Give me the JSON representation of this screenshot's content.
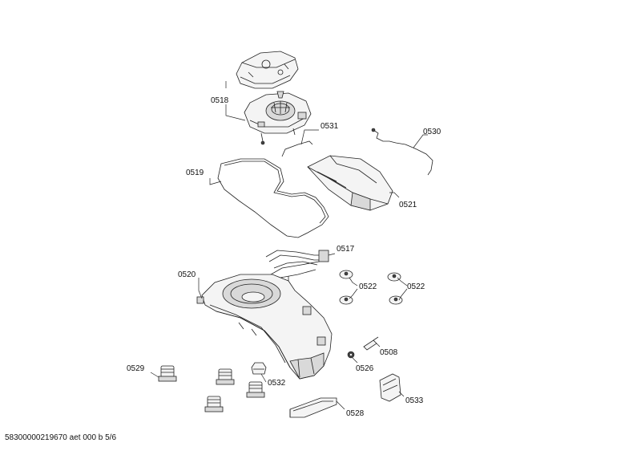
{
  "footer": "58300000219670 aet 000 b 5/6",
  "callouts": {
    "c0518": "0518",
    "c0531": "0531",
    "c0530": "0530",
    "c0519": "0519",
    "c0521": "0521",
    "c0517": "0517",
    "c0520": "0520",
    "c0522a": "0522",
    "c0522b": "0522",
    "c0508": "0508",
    "c0526": "0526",
    "c0529": "0529",
    "c0532": "0532",
    "c0528": "0528",
    "c0533": "0533"
  }
}
